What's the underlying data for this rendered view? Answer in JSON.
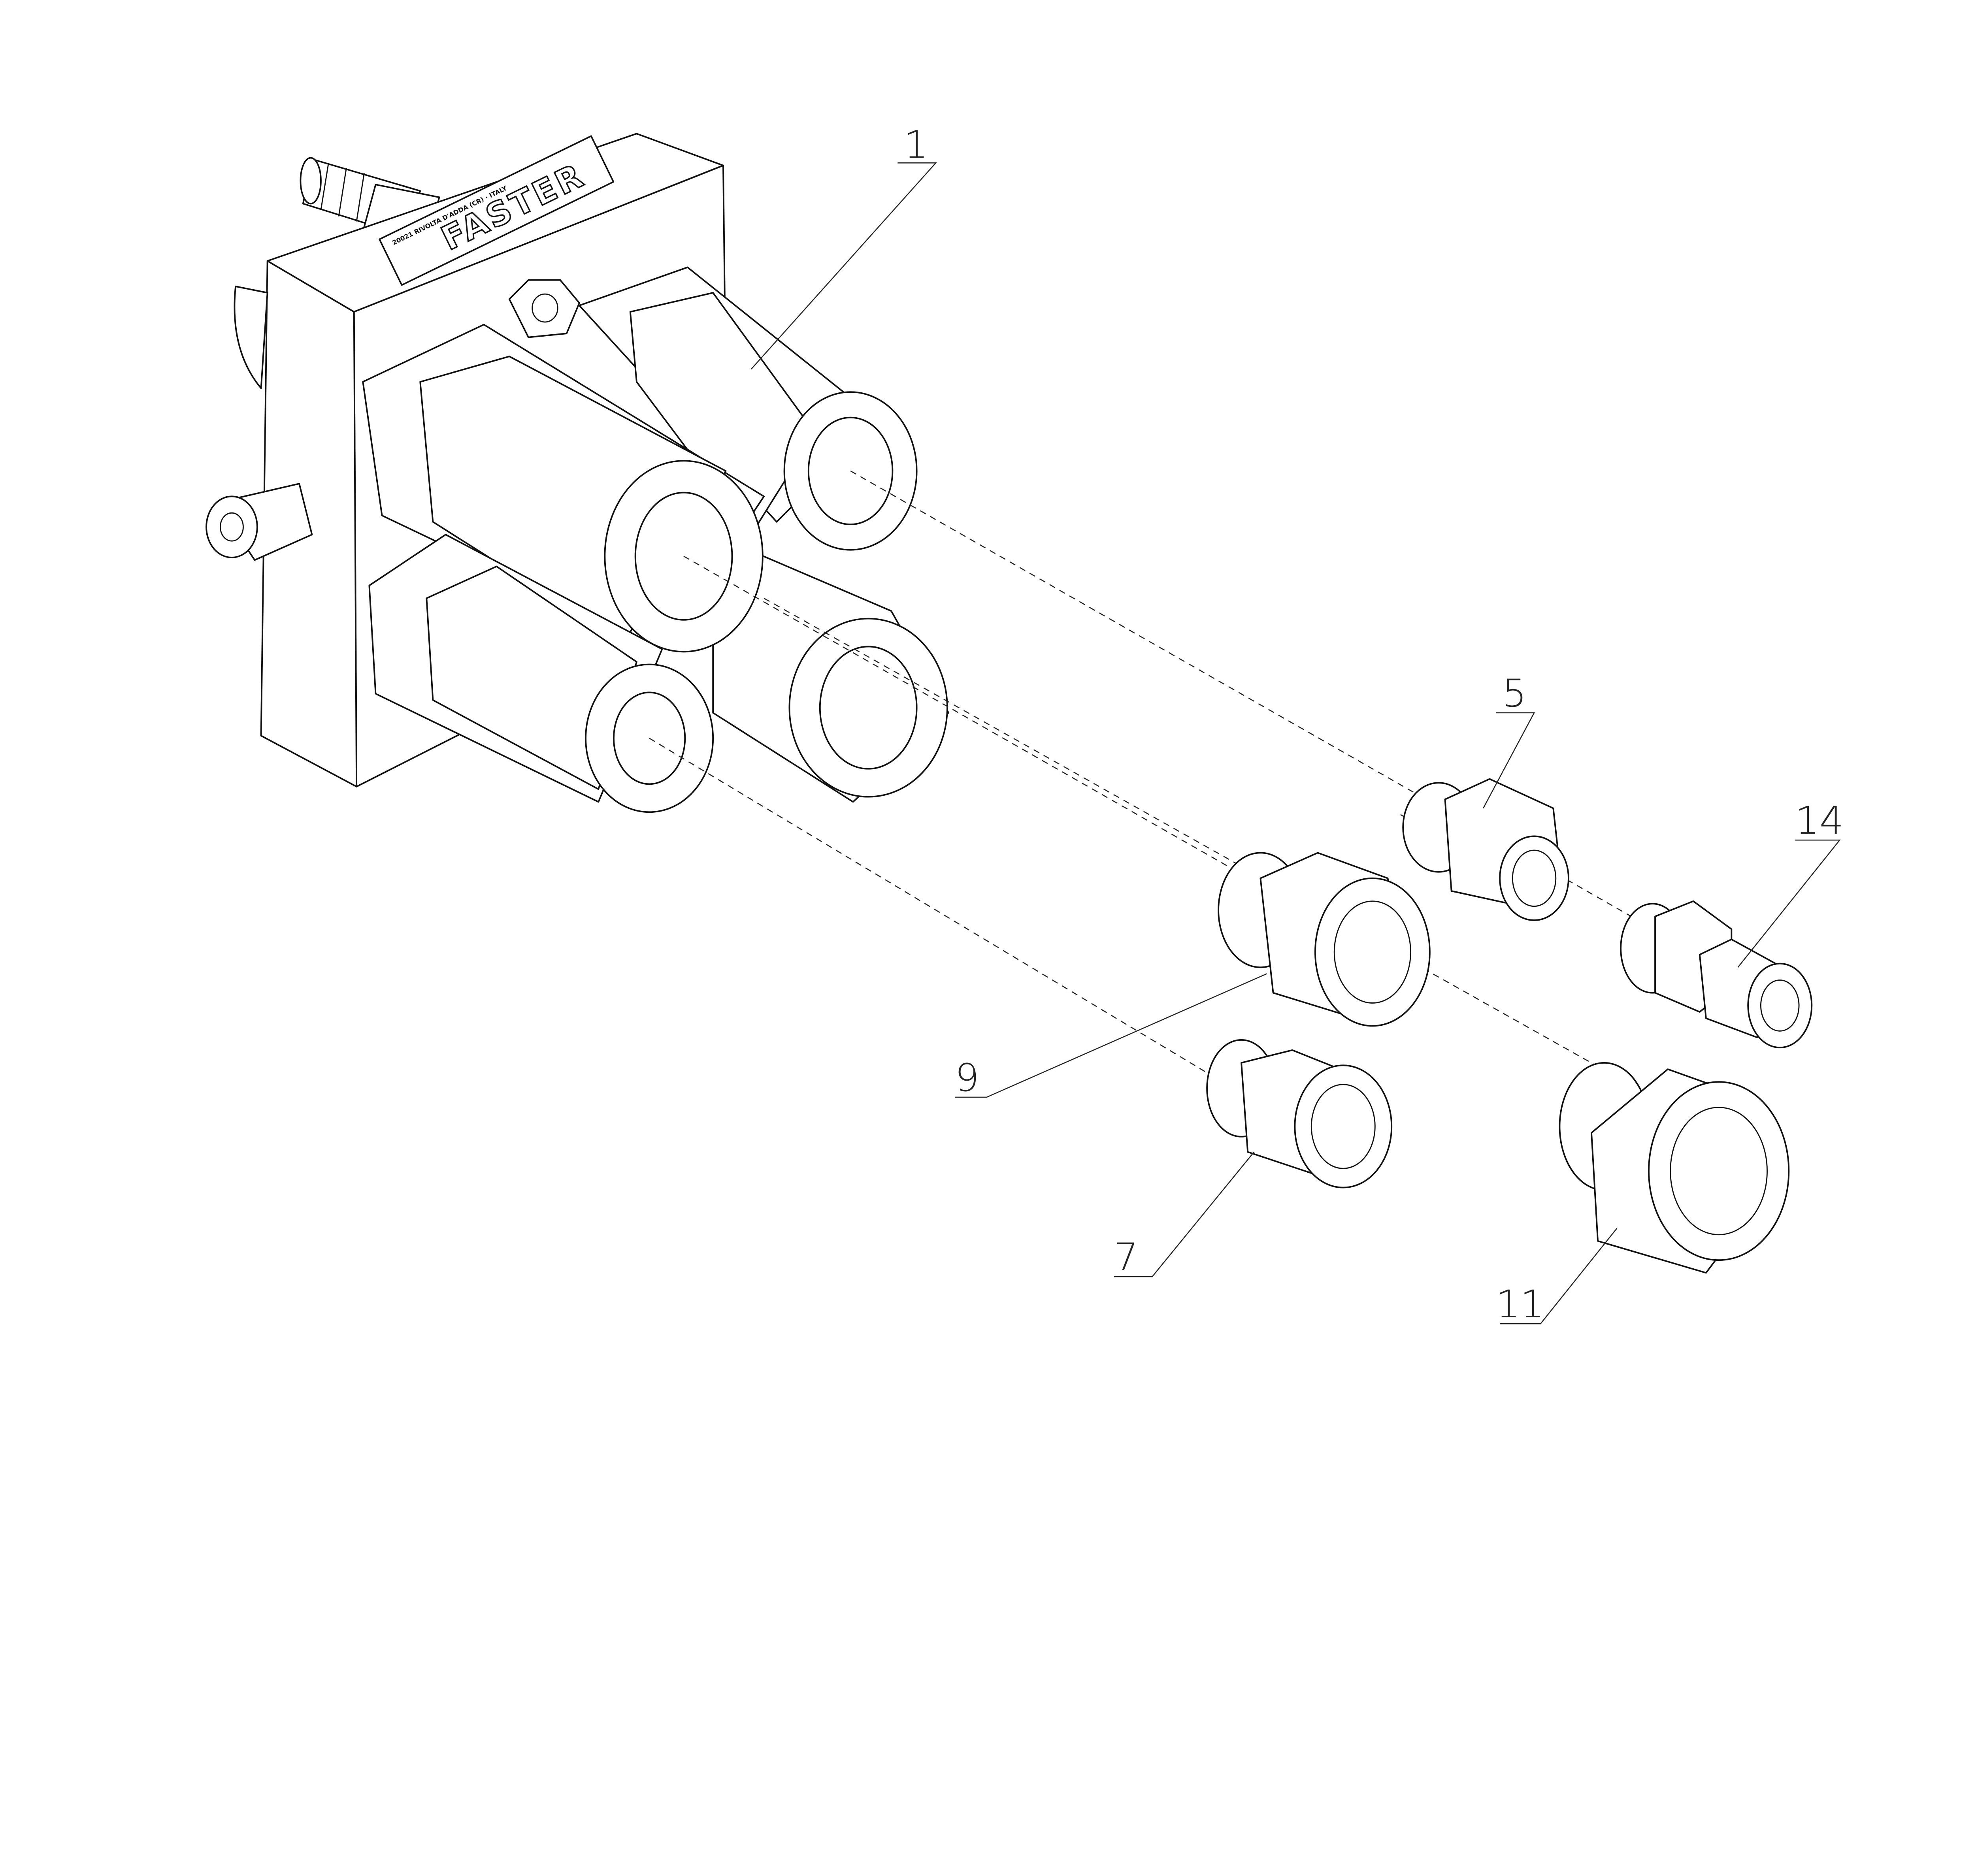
{
  "drawing": {
    "type": "exploded assembly view",
    "callouts": [
      "1",
      "5",
      "14",
      "9",
      "7",
      "11"
    ],
    "nameplate": {
      "brand": "FASTER",
      "line1": "20021 RIVOLTA D'ADDA (CR) · ITALY"
    }
  },
  "colors": {
    "line": "#111111",
    "background": "#ffffff"
  }
}
